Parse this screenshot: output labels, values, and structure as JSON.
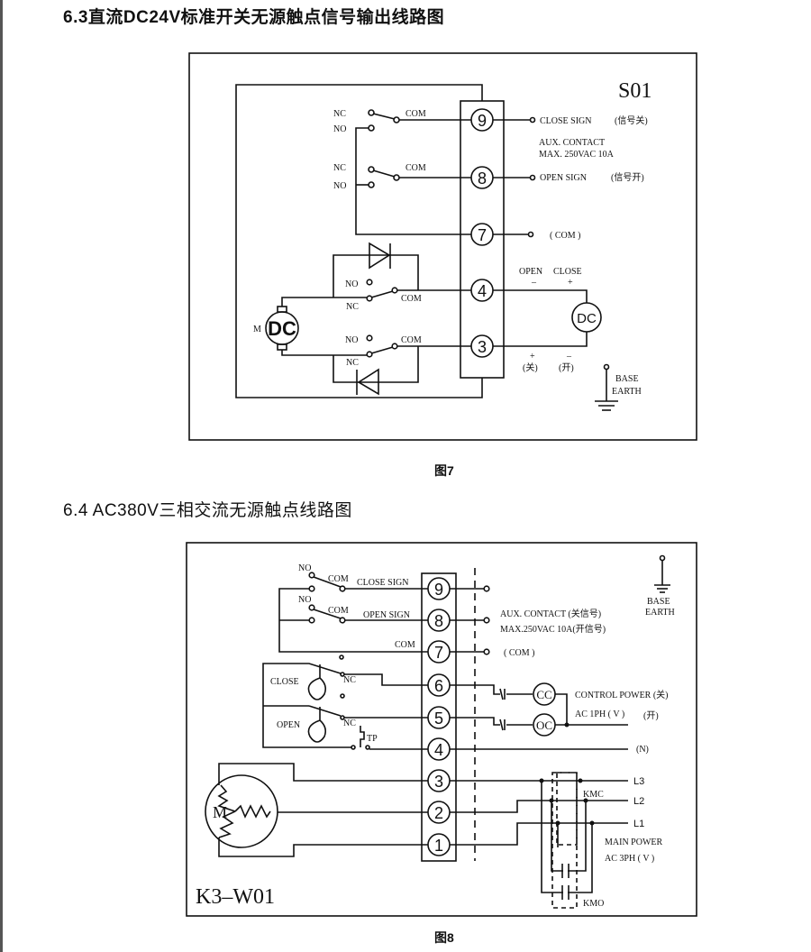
{
  "section1": {
    "title": "6.3直流DC24V标准开关无源触点信号输出线路图",
    "caption": "图7",
    "model": "S01",
    "terminals": [
      "9",
      "8",
      "7",
      "4",
      "3"
    ],
    "switch_labels": {
      "nc": "NC",
      "no": "NO",
      "com": "COM"
    },
    "close_sign": "CLOSE SIGN",
    "close_sign_cn": "(信号关)",
    "aux_contact": "AUX.  CONTACT",
    "aux_rating": "MAX. 250VAC  10A",
    "open_sign": "OPEN SIGN",
    "open_sign_cn": "(信号开)",
    "com_label": "( COM )",
    "open_label": "OPEN",
    "close_label": "CLOSE",
    "minus": "–",
    "plus": "+",
    "close_cn": "(关)",
    "open_cn": "(开)",
    "dc_source": "DC",
    "motor_m": "M",
    "motor_dc": "DC",
    "base": "BASE",
    "earth": "EARTH"
  },
  "section2": {
    "title": "6.4 AC380V三相交流无源触点线路图",
    "caption": "图8",
    "model": "K3–W01",
    "terminals": [
      "9",
      "8",
      "7",
      "6",
      "5",
      "4",
      "3",
      "2",
      "1"
    ],
    "no": "NO",
    "com": "COM",
    "nc": "NC",
    "close_sign": "CLOSE SIGN",
    "open_sign": "OPEN SIGN",
    "close": "CLOSE",
    "open": "OPEN",
    "tp": "TP",
    "aux_contact": "AUX. CONTACT (关信号)",
    "aux_rating": "MAX.250VAC 10A(开信号)",
    "com_label": "( COM )",
    "cc": "CC",
    "oc": "OC",
    "control_power": "CONTROL POWER (关)",
    "ac1ph": "AC 1PH ( V )",
    "open_cn": "(开)",
    "neutral": "(N)",
    "l3": "L3",
    "l2": "L2",
    "l1": "L1",
    "kmc": "KMC",
    "kmo": "KMO",
    "main_power": "MAIN POWER",
    "ac3ph": "AC 3PH ( V )",
    "motor_m": "M",
    "base": "BASE",
    "earth": "EARTH"
  }
}
